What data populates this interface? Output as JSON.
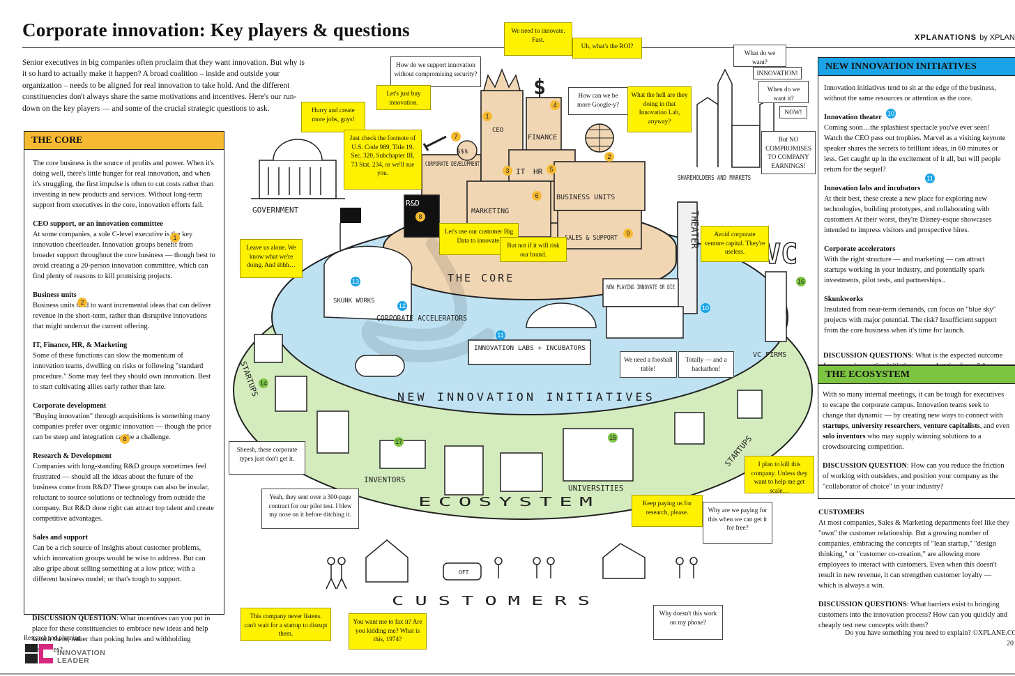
{
  "header": {
    "title": "Corporate innovation: Key players & questions",
    "brand": "XPLANATIONS",
    "brand_by": "by XPLANE"
  },
  "intro": "Senior executives in big companies often proclaim that they want innovation. But why is it so hard to actually make it happen? A broad coalition – inside and outside your organization – needs to be aligned for real innovation to take hold. And the different constituencies don't always share the same motivations and incentives. Here's our run-down on the key players — and some of the crucial strategic questions to ask.",
  "core": {
    "heading": "THE CORE",
    "p1": "The core business is the source of profits and power. When it's doing well, there's little hunger for real innovation, and when it's struggling, the first impulse is often to cut costs rather than investing in new products and services. Without long-term support from executives in the core, innovation efforts fail.",
    "ceo_t": "CEO support, or an innovation committee",
    "ceo_p": "At some companies, a sole C-level executive is the key innovation cheerleader. Innovation groups benefit from broader support throughout the core business — though best to avoid creating a 20-person innovation committee, which can find plenty of reasons to kill promising projects.",
    "bu_t": "Business units",
    "bu_p": "Business units tend to want incremental ideas that can deliver revenue in the short-term, rather than disruptive innovations that might undercut the current offering.",
    "it_t": "IT, Finance, HR, & Marketing",
    "it_p": "Some of these functions can slow the momentum of innovation teams, dwelling on risks or following \"standard procedure.\" Some may feel they should own innovation. Best to start cultivating allies early rather than late.",
    "cd_t": "Corporate development",
    "cd_p": "\"Buying innovation\" through acquisitions is something many companies prefer over organic innovation — though the price can be steep and integration can be a challenge.",
    "rd_t": "Research & Development",
    "rd_p": "Companies with long-standing R&D groups sometimes feel frustrated — should all the ideas about the future of the business come from R&D? These groups can also be insular, reluctant to source solutions or technology from outside the company. But R&D done right can attract top talent and create competitive advantages.",
    "ss_t": "Sales and support",
    "ss_p": "Can be a rich source of insights about customer problems, which innovation groups would be wise to address. But can also gripe about selling something at a low price; with a different business model; or that's tough to support.",
    "dq_t": "DISCUSSION QUESTION",
    "dq_p": ": What incentives can you put in place for these constituencies to embrace new ideas and help launch them, rather than poking holes and withholding resources?"
  },
  "innovation": {
    "heading": "NEW INNOVATION INITIATIVES",
    "p1": "Innovation initiatives tend to sit at the edge of the business, without the same resources or attention as the core.",
    "th_t": "Innovation theater",
    "th_p": "Coming soon…the splashiest spectacle you've ever seen! Watch the CEO pass out trophies. Marvel as a visiting keynote speaker shares the secrets to brilliant ideas, in 60 minutes or less. Get caught up in the excitement of it all, but will people return for the sequel?",
    "lab_t": "Innovation labs and incubators",
    "lab_p": "At their best, these create a new place for exploring new technologies, building prototypes, and collaborating with customers At their worst, they're Disney-esque showcases intended to impress visitors and prospective hires.",
    "acc_t": "Corporate accelerators",
    "acc_p": "With the right structure — and marketing — can attract startups working in your industry, and potentially spark investments, pilot tests, and partnerships..",
    "sk_t": "Skunkworks",
    "sk_p": "Insulated from near-term demands, can focus on \"blue sky\" projects with major potential. The risk? Insufficient support from the core business when it's time for launch.",
    "dq_t": "DISCUSSION QUESTIONS",
    "dq_p": ": What is the expected outcome from your innovation initiative, over what timeframe? Are you committing sufficient resources?"
  },
  "ecosystem": {
    "heading": "THE ECOSYSTEM",
    "p1a": "With so many internal meetings, it can be tough for executives to escape the corporate campus. Innovation teams seek to change that dynamic — by creating new ways to connect with ",
    "startups": "startups",
    "p1b": ", ",
    "researchers": "university researchers",
    "p1c": ", ",
    "vc": "venture capitalists",
    "p1d": ", and even ",
    "solo": "solo inventors",
    "p1e": " who may supply winning solutions to a crowdsourcing competition.",
    "dq_t": "DISCUSSION QUESTION",
    "dq_p": ": How can you reduce the friction of working with outsiders, and position your company as the \"collaborator of choice\" in your industry?"
  },
  "customers": {
    "heading": "CUSTOMERS",
    "p1": "At most companies, Sales & Marketing departments feel like they \"own\" the customer relationship. But a growing number of companies, embracing the concepts of \"lean startup,\" \"design thinking,\" or \"customer co-creation,\" are allowing more employees to interact with customers. Even when this doesn't result in new revenue, it can strengthen customer loyalty — which is always a win.",
    "dq_t": "DISCUSSION QUESTIONS",
    "dq_p": ": What barriers exist to bringing customers into the innovation process? How can you quickly and cheaply test new concepts with them?"
  },
  "footer": {
    "research": "Research and planning",
    "logo_line1": "INNOVATION",
    "logo_line2": "LEADER",
    "credit": "Do you have something you need to explain? ©XPLANE.COM",
    "year": "20"
  },
  "diagram_labels": {
    "government": "GOVERNMENT",
    "corpdev": "CORPORATE DEVELOPMENT",
    "ceo": "CEO",
    "finance": "FINANCE",
    "it": "IT",
    "hr": "HR",
    "business_units": "BUSINESS UNITS",
    "rd": "R&D",
    "marketing": "MARKETING",
    "sales": "SALES & SUPPORT",
    "core": "THE CORE",
    "shareholders": "SHAREHOLDERS AND MARKETS",
    "theater": "THEATER",
    "now_playing": "NOW PLAYING INNOVATE OR DIE",
    "vc": "VC",
    "vc_firms": "VC FIRMS",
    "skunk": "SKUNK WORKS",
    "accelerators": "CORPORATE ACCELERATORS",
    "labs": "INNOVATION LABS + INCUBATORS",
    "new_innovation": "NEW INNOVATION INITIATIVES",
    "startups": "STARTUPS",
    "startups2": "STARTUPS",
    "inventors": "INVENTORS",
    "universities": "UNIVERSITIES",
    "ecosystem": "ECOSYSTEM",
    "customers": "CUSTOMERS",
    "moneybag": "$$$",
    "car_plate": "OFT"
  },
  "bubbles": {
    "b1": "We need to innovate. Fast.",
    "b2": "Uh, what's the ROI?",
    "b3": "How do we support innovation without compromising security?",
    "b4": "Let's just buy innovation.",
    "b5": "Hurry and create more jobs, guys!",
    "b6": "Just check the footnote of U.S. Code 989, Title 19, Sec. 320, Subchapter III, 73 Stat. 234, or we'll sue you.",
    "b7": "How can we be more Google-y?",
    "b8": "What the hell are they doing in that Innovation Lab, anyway?",
    "b9": "What do we want?",
    "b10": "INNOVATION!",
    "b11": "When do we want it?",
    "b12": "NOW!",
    "b13": "But NO COMPROMISES TO COMPANY EARNINGS!",
    "b14": "Let's use our customer Big Data to innovate.",
    "b15": "But not if it will risk our brand.",
    "b16": "Leave us alone. We know what we're doing. And shhh…",
    "b17": "Avoid corporate venture capital. They're useless.",
    "b18": "We need a foosball table!",
    "b19": "Totally — and a hackathon!",
    "b20": "Sheesh, these corporate types just don't get it.",
    "b21": "Yeah, they sent over a 300-page contract for our pilot test. I blew my nose on it before ditching it.",
    "b22": "I plan to kill this company. Unless they want to help me get scale…",
    "b23": "Keep paying us for research, please.",
    "b24": "Why are we paying for this when we can get it for free?",
    "b25": "This company never listens. can't wait for a startup to disrupt them.",
    "b26": "You want me to fax it? Are you kidding me? What is this, 1974?",
    "b27": "Why doesn't this work on my phone?"
  },
  "markers": {
    "n1": "1",
    "n2": "2",
    "n3": "3",
    "n4": "4",
    "n5": "5",
    "n6": "6",
    "n7": "7",
    "n8": "8",
    "n9": "9",
    "n10": "10",
    "n11": "11",
    "n12": "12",
    "n13": "13",
    "n14": "14",
    "n15": "15",
    "n16": "16",
    "n17": "17"
  },
  "colors": {
    "core": "#f6ba32",
    "innovation": "#1aa3e6",
    "ecosystem": "#7dc443",
    "bubble": "#fff200",
    "building": "#f1d6b4",
    "pond": "#bfe2f3",
    "field": "#d4ecbd"
  }
}
